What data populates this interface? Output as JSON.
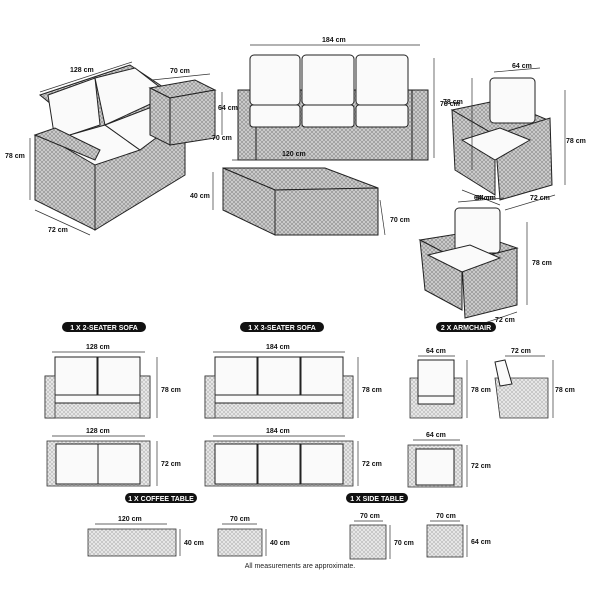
{
  "isometric": {
    "sofa2": {
      "width": "128 cm",
      "height": "78 cm",
      "depth": "72 cm"
    },
    "side_table": {
      "width": "70 cm",
      "depth": "70 cm",
      "height": "64 cm"
    },
    "sofa3": {
      "width": "184 cm",
      "height": "78 cm"
    },
    "coffee_table": {
      "width": "120 cm",
      "height": "40 cm",
      "depth": "70 cm"
    },
    "armchair_top": {
      "width": "64 cm",
      "height": "78 cm",
      "depth": "72 cm"
    },
    "armchair_bottom": {
      "width": "64 cm",
      "height": "78 cm",
      "depth": "72 cm"
    }
  },
  "labels": {
    "sofa2": "1 X 2-SEATER SOFA",
    "sofa3": "1 X 3-SEATER SOFA",
    "armchair": "2 X ARMCHAIR",
    "coffee_table": "1 X COFFEE TABLE",
    "side_table": "1 X SIDE TABLE"
  },
  "views": {
    "sofa2": {
      "front_width": "128 cm",
      "front_height": "78 cm",
      "top_width": "128 cm",
      "top_depth": "72 cm"
    },
    "sofa3": {
      "front_width": "184 cm",
      "front_height": "78 cm",
      "top_width": "184 cm",
      "top_depth": "72 cm"
    },
    "armchair": {
      "front_width": "64 cm",
      "front_height": "78 cm",
      "side_depth": "72 cm",
      "side_height": "78 cm",
      "top_width": "64 cm",
      "top_depth": "72 cm"
    },
    "coffee_table": {
      "top_width": "120 cm",
      "top_depth": "40 cm",
      "side_width": "70 cm",
      "side_height": "40 cm"
    },
    "side_table": {
      "top_width": "70 cm",
      "top_depth": "70 cm",
      "front_width": "70 cm",
      "front_height": "64 cm"
    }
  },
  "footer": {
    "note": "All measurements are approximate."
  }
}
